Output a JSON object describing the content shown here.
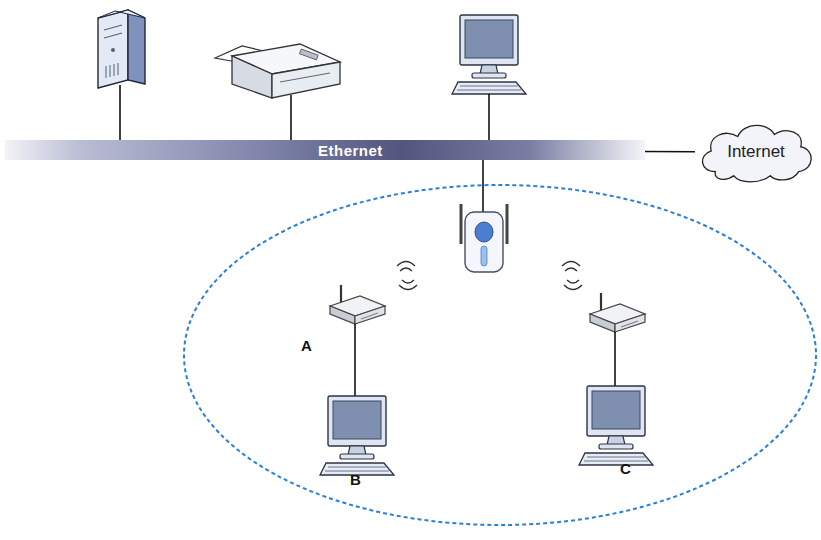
{
  "diagram": {
    "nodes": [
      {
        "text": [
          "Ethernet"
        ]
      },
      {
        "text": [
          "Internet"
        ]
      }
    ],
    "edges": [
      {
        "from": 0,
        "to": 1,
        "arrow": "none"
      }
    ],
    "labels": [
      "A",
      "B",
      "C"
    ]
  }
}
